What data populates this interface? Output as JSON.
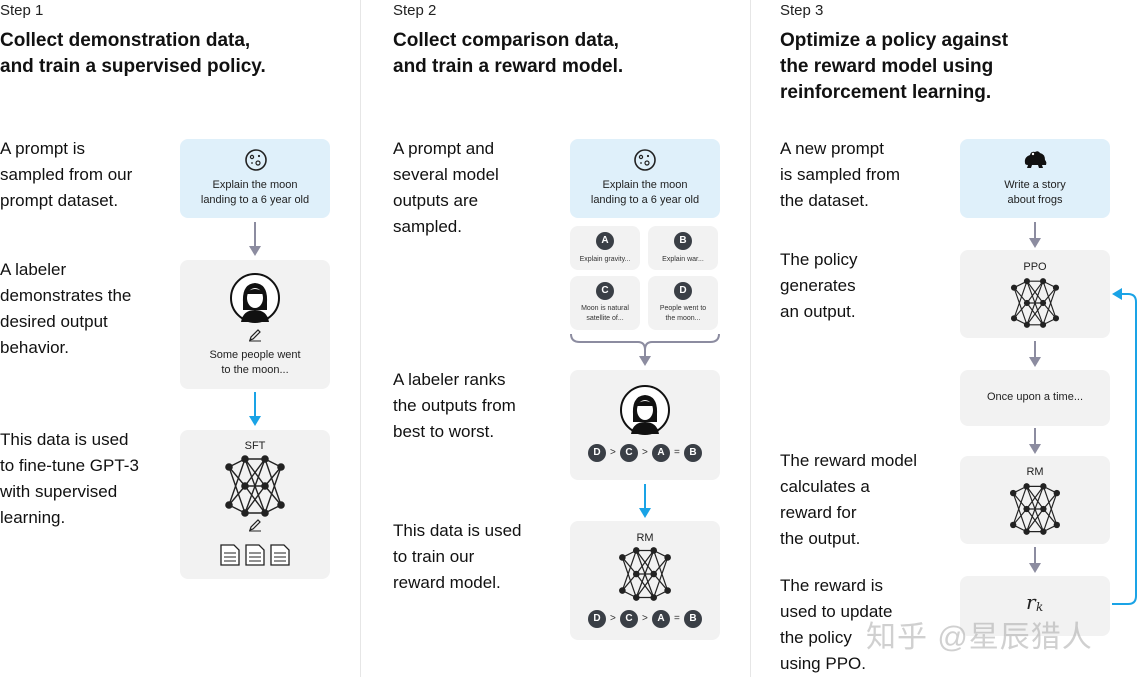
{
  "step1": {
    "label": "Step 1",
    "title": "Collect demonstration data,\nand train a supervised policy.",
    "desc1": "A prompt is\nsampled from our\nprompt dataset.",
    "desc2": "A labeler\ndemonstrates the\ndesired output\nbehavior.",
    "desc3": "This data is used\nto fine-tune GPT-3\nwith supervised\nlearning.",
    "prompt_card": "Explain the moon\nlanding to a 6 year old",
    "labeler_card": "Some people went\nto the moon...",
    "sft_label": "SFT"
  },
  "step2": {
    "label": "Step 2",
    "title": "Collect comparison data,\nand train a reward model.",
    "desc1": "A prompt and\nseveral model\noutputs are\nsampled.",
    "desc2": "A labeler ranks\nthe outputs from\nbest to worst.",
    "desc3": "This data is used\nto train our\nreward model.",
    "prompt_card": "Explain the moon\nlanding to a 6 year old",
    "outputs": [
      {
        "letter": "A",
        "text": "Explain gravity..."
      },
      {
        "letter": "B",
        "text": "Explain war..."
      },
      {
        "letter": "C",
        "text": "Moon is natural\nsatellite of..."
      },
      {
        "letter": "D",
        "text": "People went to\nthe moon..."
      }
    ],
    "ranking": [
      "D",
      ">",
      "C",
      ">",
      "A",
      "=",
      "B"
    ],
    "rm_label": "RM"
  },
  "step3": {
    "label": "Step 3",
    "title": "Optimize a policy against\nthe reward model using\nreinforcement learning.",
    "desc1": "A new prompt\nis sampled from\nthe dataset.",
    "desc2": "The policy\ngenerates\nan output.",
    "desc3": "The reward model\ncalculates a\nreward for\nthe output.",
    "desc4": "The reward is\nused to update\nthe policy\nusing PPO.",
    "prompt_card": "Write a story\nabout frogs",
    "ppo_label": "PPO",
    "output_card": "Once upon a time...",
    "rm_label": "RM",
    "reward_symbol": "r",
    "reward_subscript": "k"
  },
  "watermark": "知乎 @星辰猎人",
  "colors": {
    "card_gray": "#f2f2f2",
    "card_blue": "#dff0fa",
    "arrow_gray": "#8c8ca0",
    "arrow_blue": "#1aa3e6",
    "badge": "#3a3f46"
  },
  "icons": [
    "moon-icon",
    "labeler-avatar-icon",
    "pencil-icon",
    "neural-net-icon",
    "document-icon",
    "frog-icon"
  ]
}
